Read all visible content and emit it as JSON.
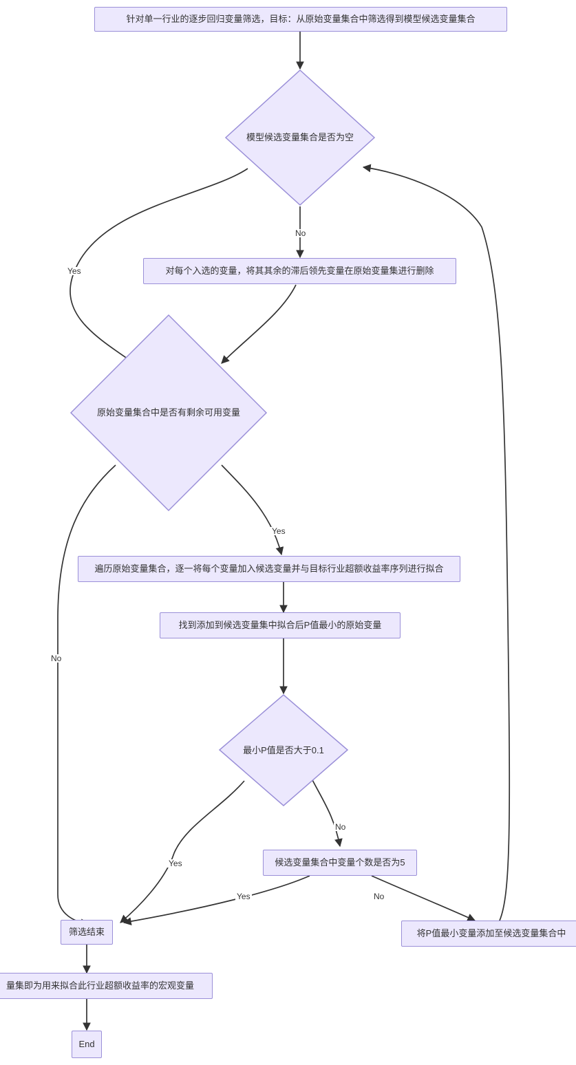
{
  "diagram": {
    "type": "flowchart",
    "title_node": "针对单一行业的逐步回归变量筛选，目标：从原始变量集合中筛选得到模型候选变量集合",
    "theme": {
      "node_fill": "#ECE8FD",
      "node_stroke": "#9a8fd8",
      "edge_stroke": "#333333",
      "text_color": "#333333",
      "background": "#ffffff"
    },
    "nodes": [
      {
        "id": "start",
        "shape": "rect",
        "label": "针对单一行业的逐步回归变量筛选，目标：从原始变量集合中筛选得到模型候选变量集合"
      },
      {
        "id": "d1",
        "shape": "diamond",
        "label": "模型候选变量集合是否为空"
      },
      {
        "id": "remove_lag",
        "shape": "rect",
        "label": "对每个入选的变量，将其其余的滞后领先变量在原始变量集进行删除"
      },
      {
        "id": "d2",
        "shape": "diamond",
        "label": "原始变量集合中是否有剩余可用变量"
      },
      {
        "id": "traverse",
        "shape": "rect",
        "label": "遍历原始变量集合，逐一将每个变量加入候选变量并与目标行业超额收益率序列进行拟合"
      },
      {
        "id": "min_p",
        "shape": "rect",
        "label": "找到添加到候选变量集中拟合后P值最小的原始变量"
      },
      {
        "id": "d3",
        "shape": "diamond",
        "label": "最小P值是否大于0.1"
      },
      {
        "id": "d4",
        "shape": "rect",
        "label": "候选变量集合中变量个数是否为5"
      },
      {
        "id": "add_var",
        "shape": "rect",
        "label": "将P值最小变量添加至候选变量集合中"
      },
      {
        "id": "finish",
        "shape": "rect",
        "label": "筛选结束"
      },
      {
        "id": "result",
        "shape": "rect",
        "label": "量集即为用来拟合此行业超额收益率的宏观变量"
      },
      {
        "id": "end",
        "shape": "rect",
        "label": "End"
      }
    ],
    "edge_labels": {
      "d1_yes": "Yes",
      "d1_no": "No",
      "d2_yes": "Yes",
      "d2_no": "No",
      "d3_yes": "Yes",
      "d3_no": "No",
      "d4_yes": "Yes",
      "d4_no": "No"
    },
    "edges": [
      {
        "from": "start",
        "to": "d1",
        "label": ""
      },
      {
        "from": "d1",
        "to": "d2",
        "label": "Yes"
      },
      {
        "from": "d1",
        "to": "remove_lag",
        "label": "No"
      },
      {
        "from": "remove_lag",
        "to": "d2",
        "label": ""
      },
      {
        "from": "d2",
        "to": "traverse",
        "label": "Yes"
      },
      {
        "from": "d2",
        "to": "finish",
        "label": "No"
      },
      {
        "from": "traverse",
        "to": "min_p",
        "label": ""
      },
      {
        "from": "min_p",
        "to": "d3",
        "label": ""
      },
      {
        "from": "d3",
        "to": "finish",
        "label": "Yes"
      },
      {
        "from": "d3",
        "to": "d4",
        "label": "No"
      },
      {
        "from": "d4",
        "to": "finish",
        "label": "Yes"
      },
      {
        "from": "d4",
        "to": "add_var",
        "label": "No"
      },
      {
        "from": "add_var",
        "to": "d1",
        "label": ""
      },
      {
        "from": "finish",
        "to": "result",
        "label": ""
      },
      {
        "from": "result",
        "to": "end",
        "label": ""
      }
    ]
  }
}
